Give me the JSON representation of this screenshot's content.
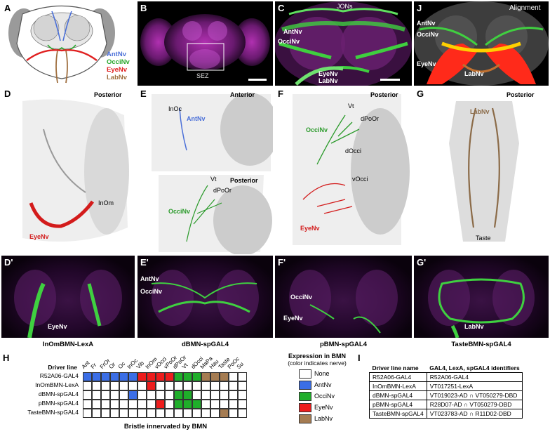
{
  "panels": {
    "A": {
      "label": "A",
      "legend": [
        {
          "text": "AntNv",
          "color": "#4a6fd8"
        },
        {
          "text": "OcciNv",
          "color": "#27a62a"
        },
        {
          "text": "EyeNv",
          "color": "#e02020"
        },
        {
          "text": "LabNv",
          "color": "#a07040"
        }
      ]
    },
    "B": {
      "label": "B",
      "sez": "SEZ"
    },
    "C": {
      "label": "C",
      "jons": "JONs",
      "antnv": "AntNv",
      "occinv": "OcciNv",
      "eyenv": "EyeNv",
      "labnv": "LabNv"
    },
    "J": {
      "label": "J",
      "alignment": "Alignment",
      "antnv": "AntNv",
      "occinv": "OcciNv",
      "eyenv": "EyeNv",
      "labnv": "LabNv"
    },
    "D": {
      "label": "D",
      "orientation": "Posterior",
      "inom": "InOm",
      "eyenv": "EyeNv"
    },
    "E": {
      "label": "E",
      "orientation_top": "Anterior",
      "orientation_bottom": "Posterior",
      "inoc": "InOc",
      "antnv": "AntNv",
      "vt": "Vt",
      "dpoor": "dPoOr",
      "occinv": "OcciNv"
    },
    "F": {
      "label": "F",
      "orientation": "Posterior",
      "vt": "Vt",
      "dpoor": "dPoOr",
      "occinv": "OcciNv",
      "docci": "dOcci",
      "vocci": "vOcci",
      "eyenv": "EyeNv"
    },
    "G": {
      "label": "G",
      "orientation": "Posterior",
      "labnv": "LabNv",
      "taste": "Taste"
    },
    "Dp": {
      "label": "D'",
      "eyenv": "EyeNv",
      "caption": "InOmBMN-LexA"
    },
    "Ep": {
      "label": "E'",
      "antnv": "AntNv",
      "occinv": "OcciNv",
      "caption": "dBMN-spGAL4"
    },
    "Fp": {
      "label": "F'",
      "occinv": "OcciNv",
      "eyenv": "EyeNv",
      "caption": "pBMN-spGAL4"
    },
    "Gp": {
      "label": "G'",
      "labnv": "LabNv",
      "caption": "TasteBMN-spGAL4"
    }
  },
  "panel_H": {
    "label": "H",
    "row_header": "Driver line",
    "columns": [
      "Ant",
      "Fr",
      "FrOr",
      "Or",
      "Oc",
      "InOc",
      "Vib",
      "InOm",
      "vOcci",
      "vPoOr",
      "dPoOr",
      "Vt",
      "dOcci",
      "MaPa",
      "Hau",
      "Taste",
      "PoOc",
      "Su"
    ],
    "rows": [
      {
        "name": "R52A06-GAL4",
        "cells": [
          "B",
          "B",
          "B",
          "B",
          "B",
          "B",
          "R",
          "R",
          "R",
          "R",
          "G",
          "G",
          "G",
          "N",
          "N",
          "N",
          "W",
          "W"
        ]
      },
      {
        "name": "InOmBMN-LexA",
        "cells": [
          "W",
          "W",
          "W",
          "W",
          "W",
          "W",
          "W",
          "R",
          "W",
          "W",
          "W",
          "W",
          "W",
          "W",
          "W",
          "W",
          "W",
          "W"
        ]
      },
      {
        "name": "dBMN-spGAL4",
        "cells": [
          "W",
          "W",
          "W",
          "W",
          "W",
          "B",
          "W",
          "W",
          "W",
          "W",
          "G",
          "G",
          "W",
          "W",
          "W",
          "W",
          "W",
          "W"
        ]
      },
      {
        "name": "pBMN-spGAL4",
        "cells": [
          "W",
          "W",
          "W",
          "W",
          "W",
          "W",
          "W",
          "W",
          "R",
          "W",
          "G",
          "G",
          "G",
          "W",
          "W",
          "W",
          "W",
          "W"
        ]
      },
      {
        "name": "TasteBMN-spGAL4",
        "cells": [
          "W",
          "W",
          "W",
          "W",
          "W",
          "W",
          "W",
          "W",
          "W",
          "W",
          "W",
          "W",
          "W",
          "W",
          "W",
          "N",
          "W",
          "W"
        ]
      }
    ],
    "xlabel": "Bristle innervated by BMN",
    "legend_title": "Expression in BMN",
    "legend_subtitle": "(color indicates nerve)",
    "legend": [
      {
        "code": "W",
        "text": "None",
        "color": "#ffffff"
      },
      {
        "code": "B",
        "text": "AntNv",
        "color": "#3b6ee6"
      },
      {
        "code": "G",
        "text": "OcciNv",
        "color": "#1fae2a"
      },
      {
        "code": "R",
        "text": "EyeNv",
        "color": "#ee1d1d"
      },
      {
        "code": "N",
        "text": "LabNv",
        "color": "#a57c52"
      }
    ]
  },
  "panel_I": {
    "label": "I",
    "headers": [
      "Driver line name",
      "GAL4, LexA, spGAL4 identifiers"
    ],
    "rows": [
      [
        "R52A06-GAL4",
        "R52A06-GAL4"
      ],
      [
        "InOmBMN-LexA",
        "VT017251-LexA"
      ],
      [
        "dBMN-spGAL4",
        "VT019023-AD ∩ VT050279-DBD"
      ],
      [
        "pBMN-spGAL4",
        "R28D07-AD ∩ VT050279-DBD"
      ],
      [
        "TasteBMN-spGAL4",
        "VT023783-AD ∩ R11D02-DBD"
      ]
    ]
  }
}
